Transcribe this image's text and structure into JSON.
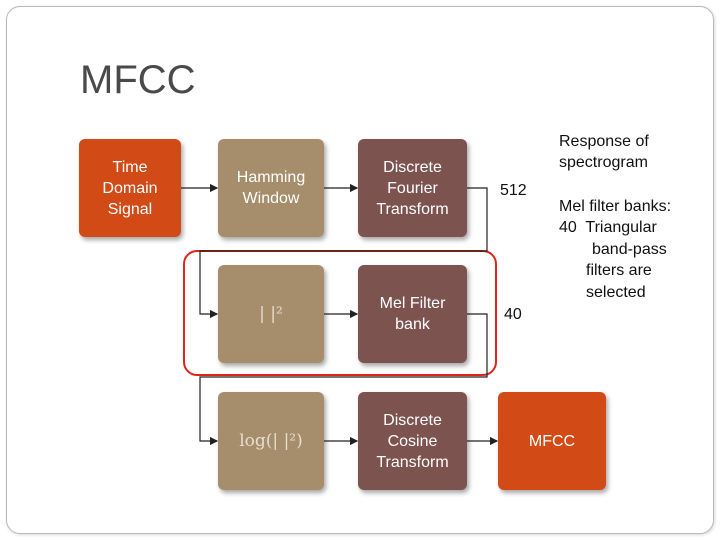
{
  "title": "MFCC",
  "blocks": {
    "time_domain_signal": "Time Domain Signal",
    "hamming_window": "Hamming Window",
    "dft": "Discrete Fourier Transform",
    "magnitude_squared": "| |²",
    "mel_filter_bank": "Mel Filter bank",
    "log_magnitude": "log(| |²)",
    "dct": "Discrete Cosine Transform",
    "mfcc": "MFCC"
  },
  "labels": {
    "dim_512": "512",
    "dim_40": "40",
    "response_of_spectrogram": "Response of spectrogram",
    "mel_filter_banks_line1": "Mel filter banks:",
    "mel_filter_banks_line2": "40  Triangular",
    "mel_filter_banks_line3": "band-pass",
    "mel_filter_banks_line4": "filters are",
    "mel_filter_banks_line5": "selected"
  },
  "colors": {
    "orange": "#d24a15",
    "tan": "#a68d6b",
    "mauve": "#7d5350",
    "highlight": "#e2231a"
  }
}
